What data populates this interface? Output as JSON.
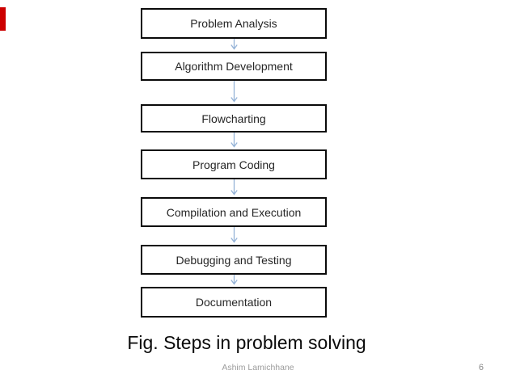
{
  "page": {
    "background_color": "#ffffff",
    "accent_bar_color": "#cc0000"
  },
  "flowchart": {
    "box_border_color": "#0a0a0a",
    "box_fill_color": "#ffffff",
    "box_text_color": "#262626",
    "arrow_color": "#95b3d7",
    "steps": [
      {
        "label": "Problem Analysis"
      },
      {
        "label": "Algorithm Development"
      },
      {
        "label": "Flowcharting"
      },
      {
        "label": "Program Coding"
      },
      {
        "label": "Compilation and Execution"
      },
      {
        "label": "Debugging and Testing"
      },
      {
        "label": "Documentation"
      }
    ]
  },
  "caption": {
    "text": "Fig. Steps in problem solving"
  },
  "footer": {
    "author": "Ashim Lamichhane",
    "page_number": "6"
  }
}
